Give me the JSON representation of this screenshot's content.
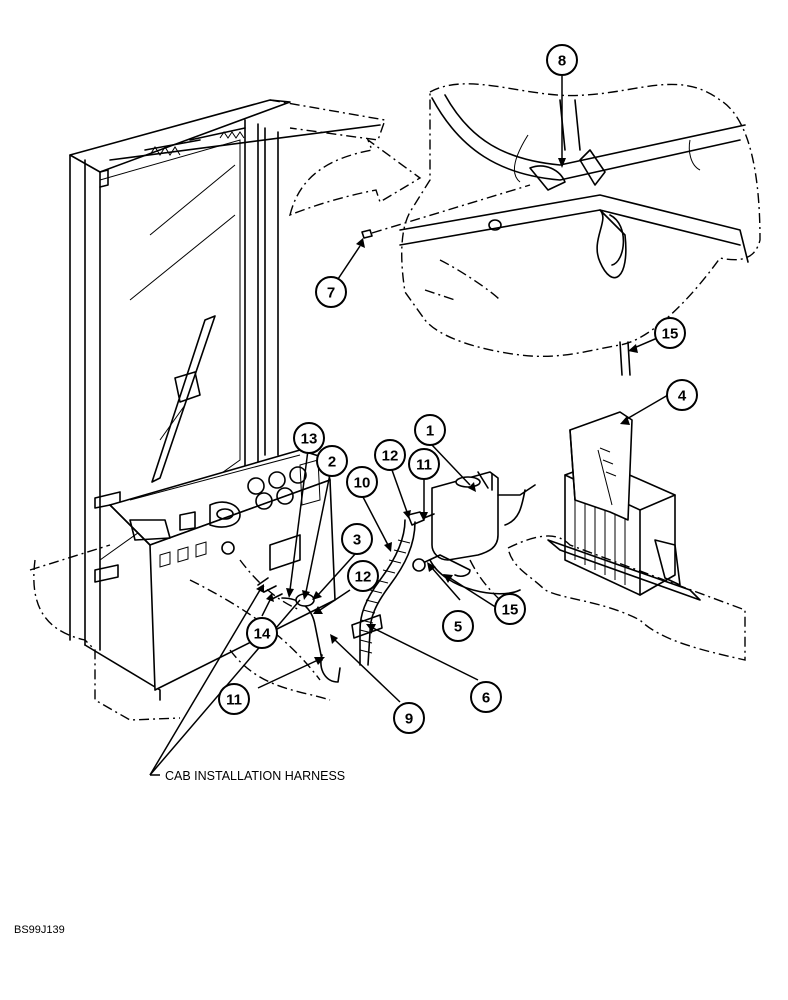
{
  "callouts": [
    {
      "id": "c8",
      "label": "8"
    },
    {
      "id": "c7",
      "label": "7"
    },
    {
      "id": "c15a",
      "label": "15"
    },
    {
      "id": "c4",
      "label": "4"
    },
    {
      "id": "c13",
      "label": "13"
    },
    {
      "id": "c2",
      "label": "2"
    },
    {
      "id": "c1",
      "label": "1"
    },
    {
      "id": "c12a",
      "label": "12"
    },
    {
      "id": "c11a",
      "label": "11"
    },
    {
      "id": "c10",
      "label": "10"
    },
    {
      "id": "c3",
      "label": "3"
    },
    {
      "id": "c12b",
      "label": "12"
    },
    {
      "id": "c5",
      "label": "5"
    },
    {
      "id": "c15b",
      "label": "15"
    },
    {
      "id": "c14",
      "label": "14"
    },
    {
      "id": "c6",
      "label": "6"
    },
    {
      "id": "c11b",
      "label": "11"
    },
    {
      "id": "c9",
      "label": "9"
    }
  ],
  "harness_label": "CAB INSTALLATION HARNESS",
  "figure_ref": "BS99J139"
}
